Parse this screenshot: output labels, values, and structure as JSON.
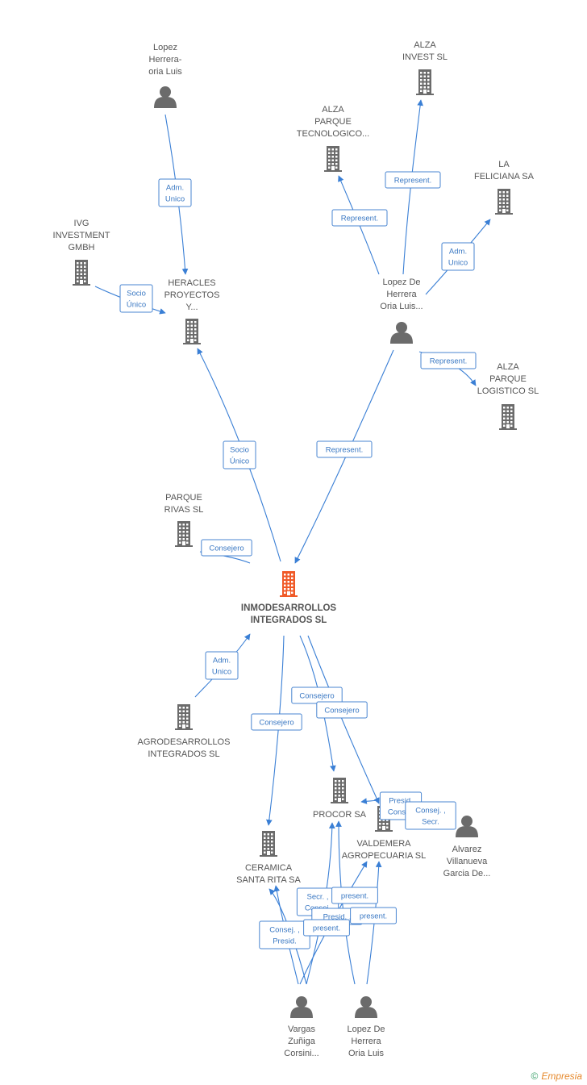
{
  "colors": {
    "edge": "#3a7fd5",
    "label_border": "#4a86d1",
    "node_gray": "#6b6b6b",
    "node_main": "#f05a28"
  },
  "nodes": [
    {
      "id": "lopez1",
      "type": "person",
      "lines": [
        "Lopez",
        "Herrera-",
        "oria Luis"
      ]
    },
    {
      "id": "alza_invest",
      "type": "company",
      "lines": [
        "ALZA",
        "INVEST SL"
      ]
    },
    {
      "id": "alza_parque_tec",
      "type": "company",
      "lines": [
        "ALZA",
        "PARQUE",
        "TECNOLOGICO..."
      ]
    },
    {
      "id": "la_feliciana",
      "type": "company",
      "lines": [
        "LA",
        "FELICIANA SA"
      ]
    },
    {
      "id": "ivg",
      "type": "company",
      "lines": [
        "IVG",
        "INVESTMENT",
        "GMBH"
      ]
    },
    {
      "id": "heracles",
      "type": "company",
      "lines": [
        "HERACLES",
        "PROYECTOS",
        "Y..."
      ]
    },
    {
      "id": "lopez2",
      "type": "person",
      "lines": [
        "Lopez De",
        "Herrera",
        "Oria Luis..."
      ]
    },
    {
      "id": "alza_parque_log",
      "type": "company",
      "lines": [
        "ALZA",
        "PARQUE",
        "LOGISTICO SL"
      ]
    },
    {
      "id": "parque_rivas",
      "type": "company",
      "lines": [
        "PARQUE",
        "RIVAS SL"
      ]
    },
    {
      "id": "inmodesarrollos",
      "type": "main",
      "lines": [
        "INMODESARROLLOS",
        "INTEGRADOS SL"
      ]
    },
    {
      "id": "agrodesarrollos",
      "type": "company",
      "lines": [
        "AGRODESARROLLOS",
        "INTEGRADOS SL"
      ]
    },
    {
      "id": "procor",
      "type": "company",
      "lines": [
        "PROCOR SA"
      ]
    },
    {
      "id": "valdemera",
      "type": "company",
      "lines": [
        "VALDEMERA",
        "AGROPECUARIA SL"
      ]
    },
    {
      "id": "alvarez",
      "type": "person",
      "lines": [
        "Alvarez",
        "Villanueva",
        "Garcia De..."
      ]
    },
    {
      "id": "ceramica",
      "type": "company",
      "lines": [
        "CERAMICA",
        "SANTA RITA SA"
      ]
    },
    {
      "id": "vargas",
      "type": "person",
      "lines": [
        "Vargas",
        "Zuñiga",
        "Corsini..."
      ]
    },
    {
      "id": "lopez3",
      "type": "person",
      "lines": [
        "Lopez De",
        "Herrera",
        "Oria Luis"
      ]
    }
  ],
  "edges": [
    {
      "id": "e1",
      "label": [
        "Adm.",
        "Unico"
      ]
    },
    {
      "id": "e2",
      "label": [
        "Socio",
        "Único"
      ]
    },
    {
      "id": "e3",
      "label": [
        "Represent."
      ]
    },
    {
      "id": "e4",
      "label": [
        "Represent."
      ]
    },
    {
      "id": "e5",
      "label": [
        "Adm.",
        "Unico"
      ]
    },
    {
      "id": "e6",
      "label": [
        "Represent."
      ]
    },
    {
      "id": "e7",
      "label": [
        "Socio",
        "Único"
      ]
    },
    {
      "id": "e8",
      "label": [
        "Represent."
      ]
    },
    {
      "id": "e9",
      "label": [
        "Consejero"
      ]
    },
    {
      "id": "e10",
      "label": [
        "Adm.",
        "Unico"
      ]
    },
    {
      "id": "e11",
      "label": [
        "Consejero"
      ]
    },
    {
      "id": "e12",
      "label": [
        "Consejero"
      ]
    },
    {
      "id": "e13",
      "label": [
        "Consejero"
      ]
    },
    {
      "id": "e14",
      "label": [
        "Presid.",
        "Consej."
      ]
    },
    {
      "id": "e15",
      "label": [
        "Consej. ,",
        "Secr."
      ]
    },
    {
      "id": "e16",
      "label": [
        "Consej. ,",
        "Presid."
      ]
    },
    {
      "id": "e17",
      "label": [
        "Secr. ,",
        "Consej."
      ]
    },
    {
      "id": "e18",
      "label": [
        "Presid. ,"
      ]
    },
    {
      "id": "e19",
      "label": [
        "present."
      ]
    },
    {
      "id": "e20",
      "label": [
        "present."
      ]
    },
    {
      "id": "e21",
      "label": [
        "present."
      ]
    }
  ],
  "footer": {
    "copyright": "©",
    "brand": "Empresia"
  }
}
